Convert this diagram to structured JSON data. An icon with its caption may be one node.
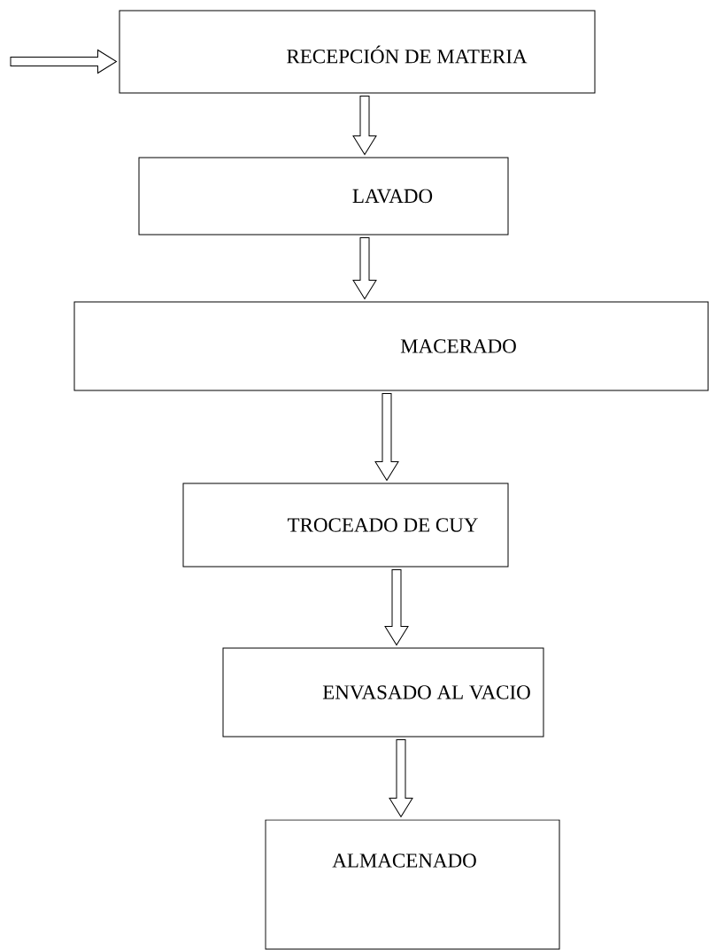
{
  "diagram": {
    "nodes": [
      {
        "text": [
          "RECEPCIÓN DE MATERIA"
        ]
      },
      {
        "text": [
          "LAVADO"
        ]
      },
      {
        "text": [
          "MACERADO"
        ]
      },
      {
        "text": [
          "TROCEADO DE CUY"
        ]
      },
      {
        "text": [
          "ENVASADO AL VACIO"
        ]
      },
      {
        "text": [
          "ALMACENADO"
        ]
      }
    ],
    "edges": [
      {
        "from": null,
        "to": 0,
        "arrow": "to"
      },
      {
        "from": 0,
        "to": 1,
        "arrow": "to"
      },
      {
        "from": 1,
        "to": 2,
        "arrow": "to"
      },
      {
        "from": 2,
        "to": 3,
        "arrow": "to"
      },
      {
        "from": 3,
        "to": 4,
        "arrow": "to"
      },
      {
        "from": 4,
        "to": 5,
        "arrow": "to"
      }
    ]
  }
}
